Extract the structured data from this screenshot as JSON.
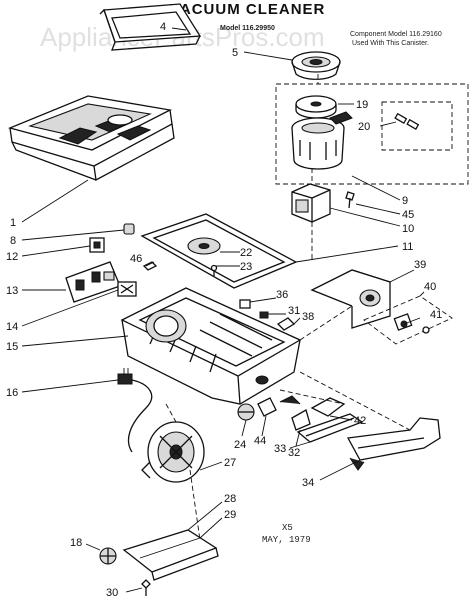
{
  "title": "VACUUM CLEANER",
  "model": "Model 116.29950",
  "watermark": "AppliancePartsPros.com",
  "note_line1": "Component Model 116.29160",
  "note_line2": "Used With This Canister.",
  "stamp_code": "X5",
  "stamp_date": "MAY, 1979",
  "colors": {
    "ink": "#111111",
    "paper": "#ffffff",
    "watermark": "#c8c8c8"
  },
  "callouts": {
    "p1": "1",
    "p4": "4",
    "p5": "5",
    "p8": "8",
    "p9": "9",
    "p10": "10",
    "p11": "11",
    "p12": "12",
    "p13": "13",
    "p14": "14",
    "p15": "15",
    "p16": "16",
    "p18": "18",
    "p19": "19",
    "p20": "20",
    "p22": "22",
    "p23": "23",
    "p24": "24",
    "p27": "27",
    "p28": "28",
    "p29": "29",
    "p30": "30",
    "p31": "31",
    "p32": "32",
    "p33": "33",
    "p34": "34",
    "p36": "36",
    "p38": "38",
    "p39": "39",
    "p40": "40",
    "p41": "41",
    "p42": "42",
    "p44": "44",
    "p45": "45",
    "p46": "46"
  }
}
